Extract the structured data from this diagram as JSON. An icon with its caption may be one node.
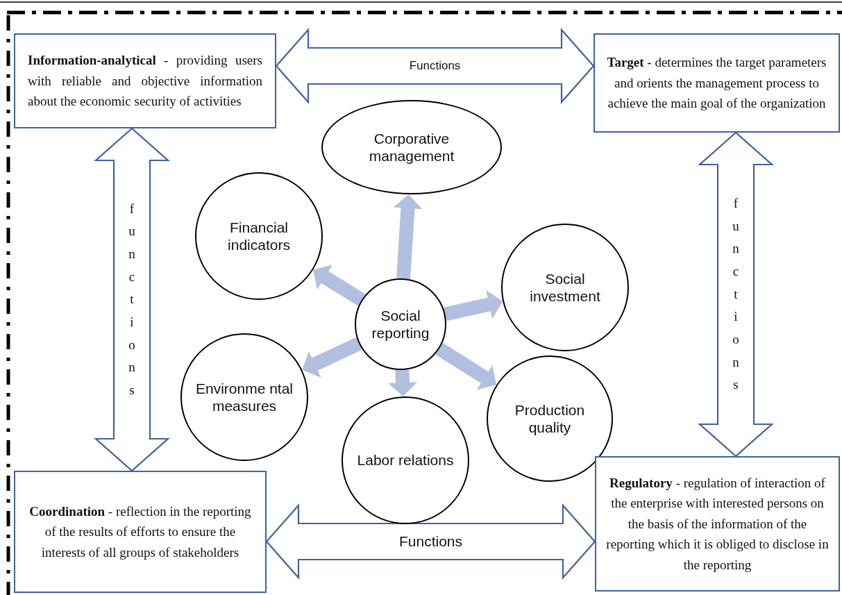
{
  "diagram": {
    "nodes": [
      {
        "text": [
          "**Information-analytical** - providing users with reliable and objective information about the economic security of activities"
        ]
      },
      {
        "text": [
          "**Target** - determines the target parameters and orients the management process to achieve the main goal of the organization"
        ]
      },
      {
        "text": [
          "Corporative management"
        ]
      },
      {
        "text": [
          "Financial indicators"
        ]
      },
      {
        "text": [
          "Social investment"
        ]
      },
      {
        "text": [
          "Social reporting"
        ]
      },
      {
        "text": [
          "Environme ntal measures"
        ]
      },
      {
        "text": [
          "Production quality"
        ]
      },
      {
        "text": [
          "Labor relations"
        ]
      },
      {
        "text": [
          "**Coordination** - reflection in the reporting of the results of efforts to ensure the interests of all groups of stakeholders"
        ]
      },
      {
        "text": [
          "**Regulatory** - regulation of interaction of the enterprise with interested persons on the basis of the information of the reporting which it is obliged to disclose in the reporting"
        ]
      }
    ],
    "edges": [
      {
        "from": 0,
        "to": 1,
        "arrow": "both",
        "label": "Functions"
      },
      {
        "from": 0,
        "to": 9,
        "arrow": "both",
        "label": "functions"
      },
      {
        "from": 1,
        "to": 10,
        "arrow": "both",
        "label": "functions"
      },
      {
        "from": 9,
        "to": 10,
        "arrow": "both",
        "label": "Functions"
      },
      {
        "from": 5,
        "to": 2,
        "arrow": "to",
        "style": "thick",
        "color": "#b1bfe0"
      },
      {
        "from": 5,
        "to": 3,
        "arrow": "to",
        "style": "thick",
        "color": "#b1bfe0"
      },
      {
        "from": 5,
        "to": 4,
        "arrow": "to",
        "style": "thick",
        "color": "#b1bfe0"
      },
      {
        "from": 5,
        "to": 6,
        "arrow": "to",
        "style": "thick",
        "color": "#b1bfe0"
      },
      {
        "from": 5,
        "to": 7,
        "arrow": "to",
        "style": "thick",
        "color": "#b1bfe0"
      },
      {
        "from": 5,
        "to": 8,
        "arrow": "to",
        "style": "thick",
        "color": "#b1bfe0"
      }
    ]
  }
}
